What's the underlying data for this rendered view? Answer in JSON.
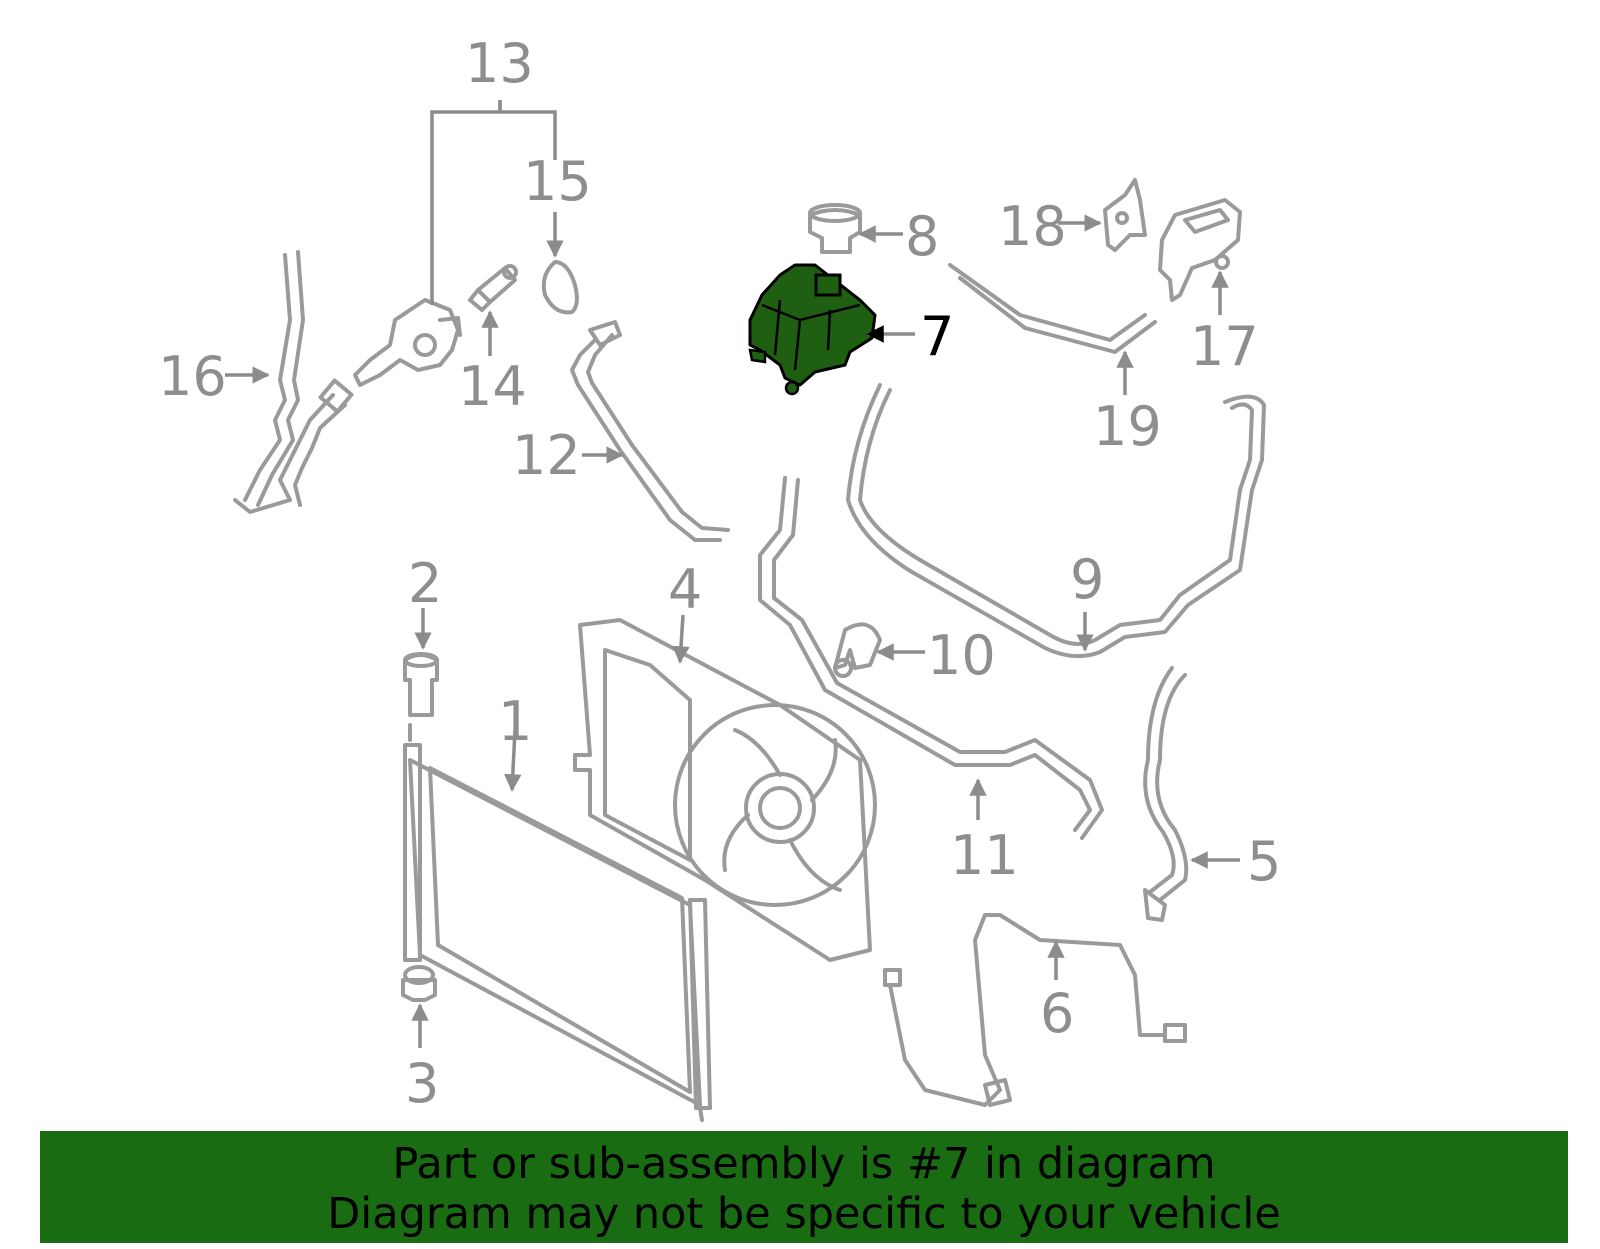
{
  "diagram": {
    "highlight_color": "#1f5f12",
    "part_color": "#9a9a9a",
    "highlighted_part": "7",
    "callouts": [
      "1",
      "2",
      "3",
      "4",
      "5",
      "6",
      "7",
      "8",
      "9",
      "10",
      "11",
      "12",
      "13",
      "14",
      "15",
      "16",
      "17",
      "18",
      "19"
    ]
  },
  "banner": {
    "background": "#1a6c12",
    "line1": "Part or sub-assembly is #7 in diagram",
    "line2": "Diagram may not be specific to your vehicle"
  }
}
